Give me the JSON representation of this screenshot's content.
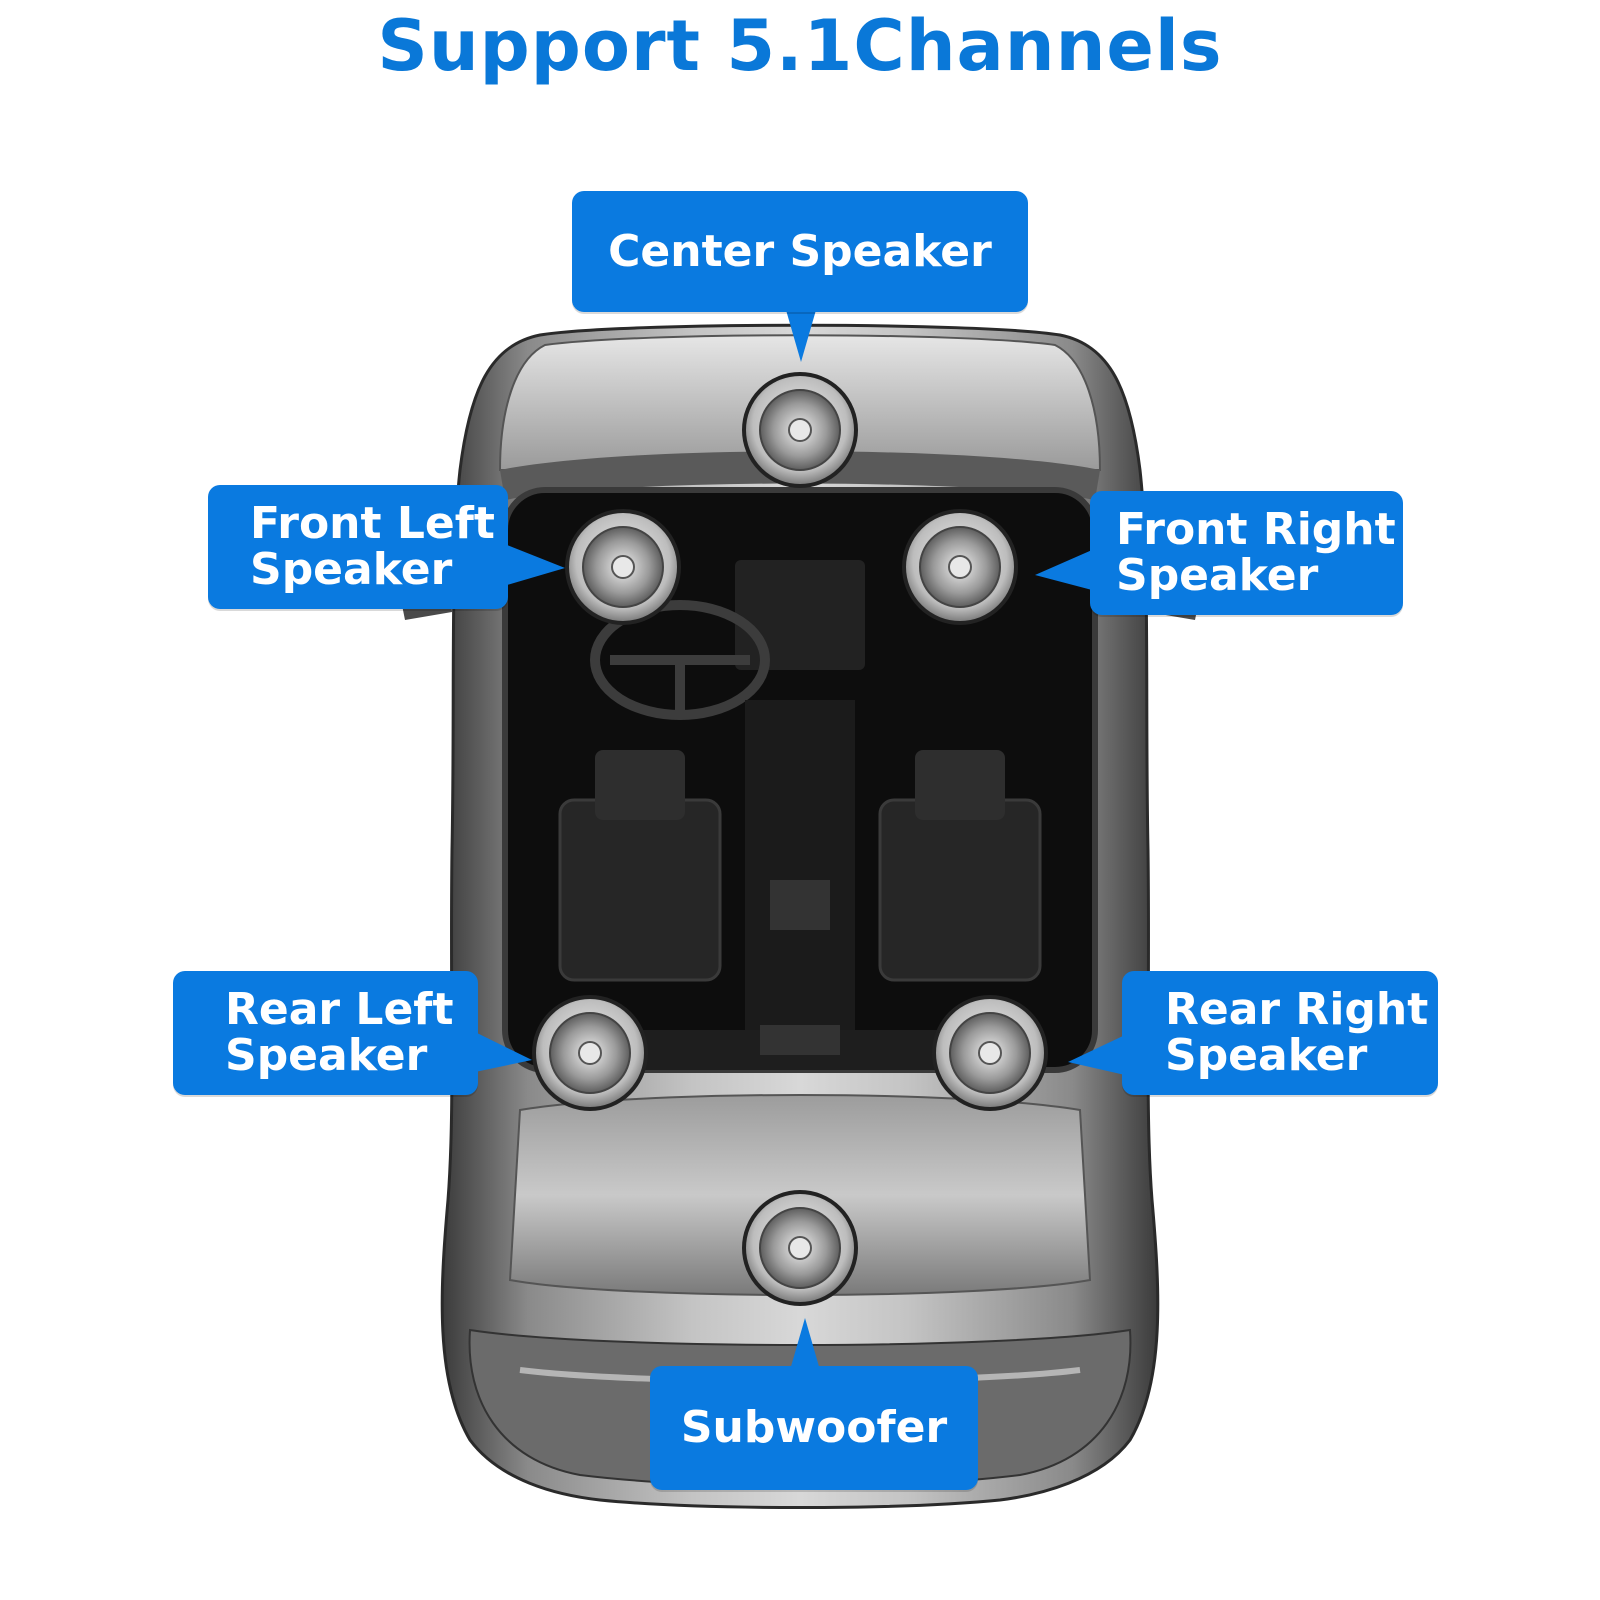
{
  "title": "Support 5.1Channels",
  "labels": {
    "center": "Center Speaker",
    "front_left": "Front Left\nSpeaker",
    "front_right": "Front Right\nSpeaker",
    "rear_left": "Rear Left\nSpeaker",
    "rear_right": "Rear Right\nSpeaker",
    "subwoofer": "Subwoofer"
  },
  "colors": {
    "accent": "#0a7ae0",
    "title": "#0a78d8",
    "car_body": "#8c8c8c",
    "cabin": "#0d0d0d"
  },
  "icons": {
    "car": "car-top-view",
    "speaker": "speaker-icon"
  }
}
